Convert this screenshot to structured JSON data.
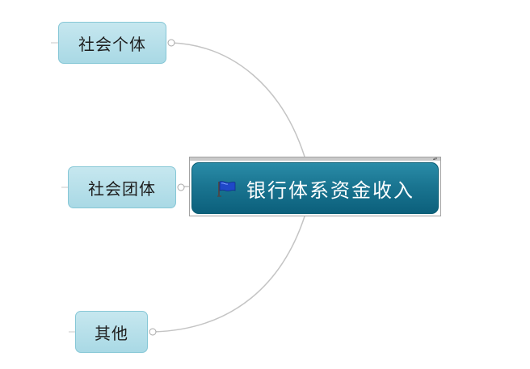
{
  "mindmap": {
    "central_topic": {
      "label": "银行体系资金收入",
      "icon": "flag-icon"
    },
    "subtopics": [
      {
        "label": "社会个体"
      },
      {
        "label": "社会团体"
      },
      {
        "label": "其他"
      }
    ]
  },
  "colors": {
    "central_fill": "#1a7591",
    "central_text": "#ffffff",
    "subtopic_fill": "#b5dfe9",
    "subtopic_border": "#86c7d6",
    "connector": "#c4c4c4",
    "flag_blue": "#1f48c8",
    "flag_pole": "#4a4a4a"
  }
}
